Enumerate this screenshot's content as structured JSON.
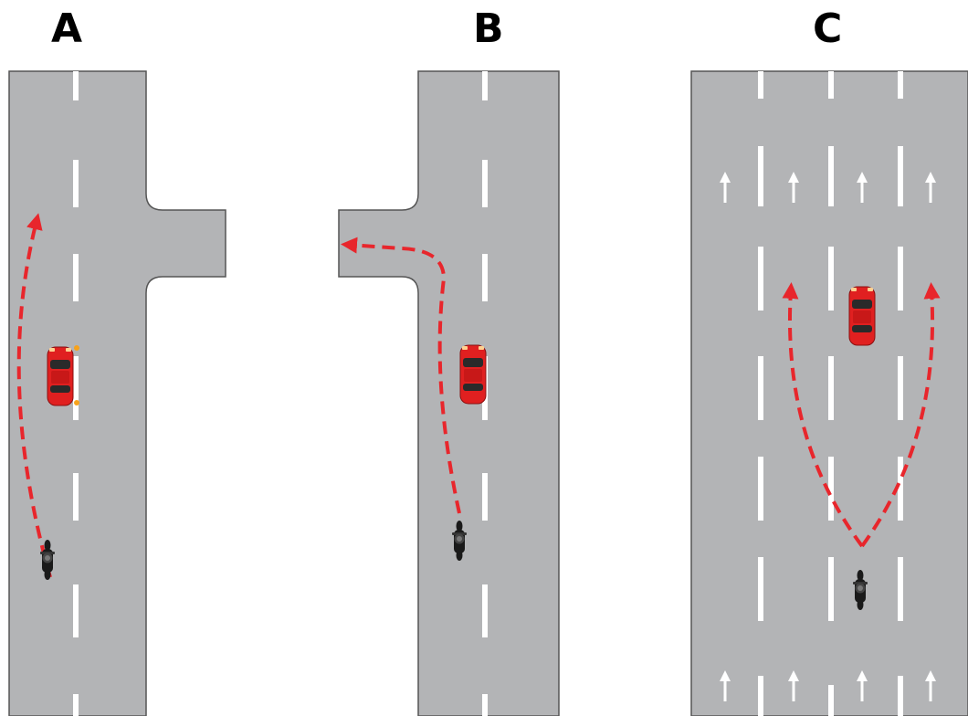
{
  "panels": [
    {
      "label": "A"
    },
    {
      "label": "B"
    },
    {
      "label": "C"
    }
  ],
  "colors": {
    "road": "#b3b4b6",
    "road_edge": "#555555",
    "lane_marking": "#ffffff",
    "path_arrow": "#e8262c",
    "car_body": "#e02020",
    "motorcycle": "#1a1a1a"
  },
  "icons": [
    "car-icon",
    "motorcycle-icon",
    "lane-arrow-up-icon"
  ]
}
